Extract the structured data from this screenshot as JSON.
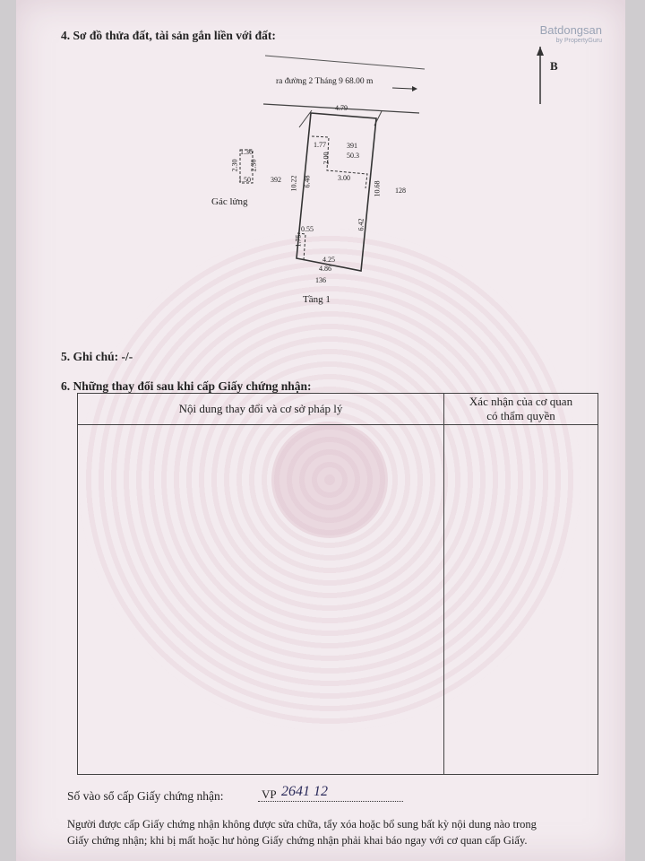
{
  "logo": {
    "brand": "Batdongsan",
    "sub": "by PropertyGuru"
  },
  "section4": {
    "title": "4. Sơ đồ thửa đất, tài sản gắn liền với đất:"
  },
  "north": {
    "label": "B"
  },
  "plan": {
    "road_label": "ra đường 2 Tháng 9  68.00 m",
    "top_width": "4.79",
    "parcel_id": "391",
    "parcel_area": "50.3",
    "inner_top": "1.77",
    "inner_side": "2.00",
    "inner_width": "3.00",
    "left_outer": "10.22",
    "left_inner": "6.48",
    "right_outer": "10.68",
    "right_inner": "6.42",
    "small_a": "0.55",
    "small_b": "1.75",
    "bottom_inner": "4.25",
    "bottom_outer": "4.86",
    "neighbor_left": "392",
    "neighbor_right": "128",
    "neighbor_bottom": "136",
    "mezz_top": "1.36",
    "mezz_left": "2.30",
    "mezz_right": "2.30",
    "mezz_bottom": "1.50",
    "mezz_label": "Gác lửng",
    "floor_label": "Tầng 1"
  },
  "section5": {
    "title": "5. Ghi chú: -/-"
  },
  "section6": {
    "title": "6. Những thay đổi sau khi cấp Giấy chứng nhận:",
    "col1": "Nội dung thay đổi và cơ sở pháp lý",
    "col2_line1": "Xác nhận của cơ quan",
    "col2_line2": "có thẩm quyền"
  },
  "footer": {
    "register_label": "Số vào sổ cấp Giấy chứng nhận:",
    "register_prefix": "VP",
    "register_number": "2641 12",
    "note_line1": "Người được cấp Giấy chứng nhận không được sửa chữa, tẩy xóa hoặc bổ sung bất kỳ nội dung nào trong",
    "note_line2": "Giấy chứng nhận; khi bị mất hoặc hư hỏng Giấy chứng nhận phải khai báo ngay với cơ quan cấp Giấy."
  }
}
